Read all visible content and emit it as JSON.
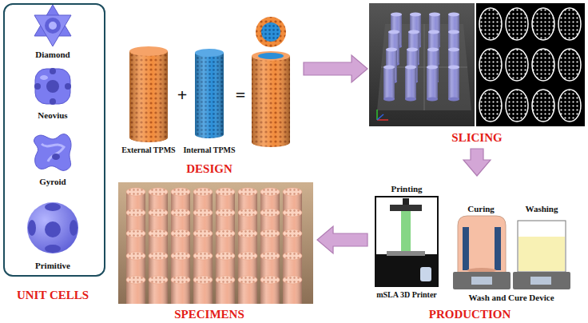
{
  "diagram": {
    "nodes": [
      {
        "text": [
          "UNIT CELLS"
        ]
      },
      {
        "text": [
          "Diamond"
        ],
        "in": 0
      },
      {
        "text": [
          "Neovius"
        ],
        "in": 0
      },
      {
        "text": [
          "Gyroid"
        ],
        "in": 0
      },
      {
        "text": [
          "Primitive"
        ],
        "in": 0
      },
      {
        "text": [
          "DESIGN"
        ]
      },
      {
        "text": [
          "External TPMS"
        ],
        "in": 5
      },
      {
        "text": [
          "Internal TPMS"
        ],
        "in": 5
      },
      {
        "text": [
          "SLICING"
        ]
      },
      {
        "text": [
          "PRODUCTION"
        ]
      },
      {
        "text": [
          "Printing",
          "mSLA 3D Printer"
        ],
        "in": 9
      },
      {
        "text": [
          "Curing"
        ],
        "in": 9
      },
      {
        "text": [
          "Washing"
        ],
        "in": 9
      },
      {
        "text": [
          "SPECIMENS"
        ]
      }
    ],
    "edges": [
      {
        "from": 5,
        "to": 8,
        "arrow": "to"
      },
      {
        "from": 8,
        "to": 9,
        "arrow": "to"
      },
      {
        "from": 9,
        "to": 13,
        "arrow": "to"
      }
    ],
    "labels": [
      "+",
      "=",
      "Wash and Cure Device"
    ]
  }
}
